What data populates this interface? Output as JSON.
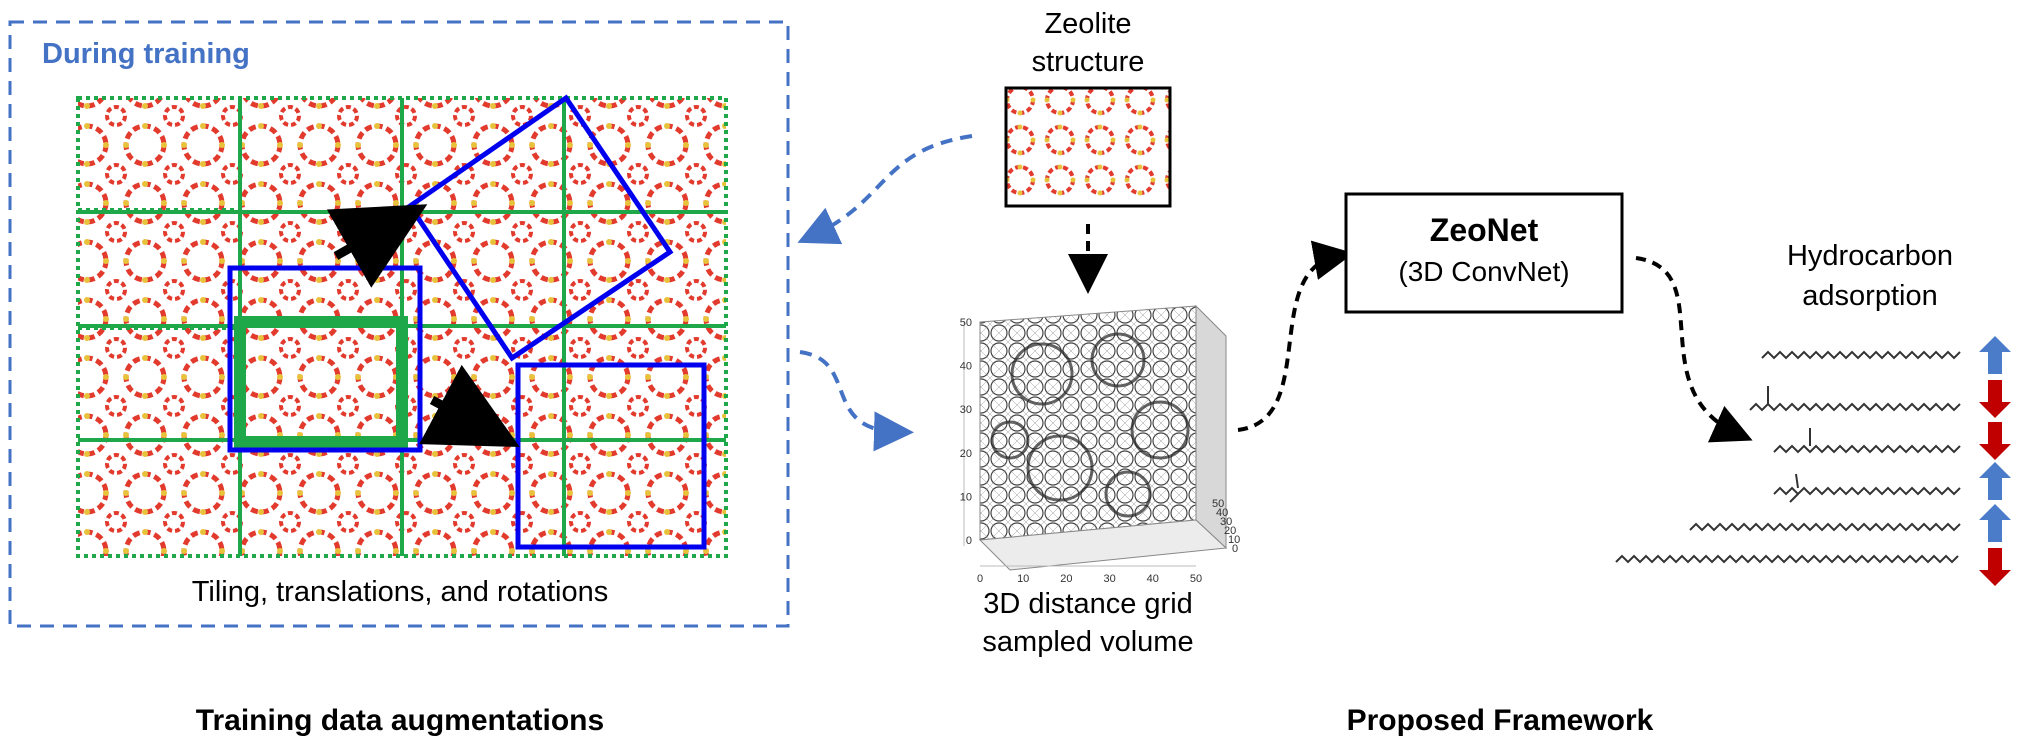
{
  "training_panel": {
    "title": "During training",
    "caption": "Tiling, translations, and rotations"
  },
  "zeolite": {
    "title_line1": "Zeolite",
    "title_line2": "structure"
  },
  "grid": {
    "caption_line1": "3D distance grid",
    "caption_line2": "sampled volume",
    "y_ticks": [
      "0",
      "10",
      "20",
      "30",
      "40",
      "50"
    ],
    "x_ticks": [
      "0",
      "10",
      "20",
      "30",
      "40",
      "50"
    ],
    "z_ticks": [
      "0",
      "10",
      "20",
      "30",
      "40",
      "50"
    ]
  },
  "zeonet": {
    "name": "ZeoNet",
    "subtitle": "(3D ConvNet)"
  },
  "hydrocarbon": {
    "title_line1": "Hydrocarbon",
    "title_line2": "adsorption",
    "arrows": [
      "up",
      "down",
      "down",
      "up",
      "up",
      "down"
    ]
  },
  "bottom_labels": {
    "left": "Training data augmentations",
    "right": "Proposed Framework"
  },
  "colors": {
    "accent_blue": "#4472C4",
    "box_blue": "#0000EE",
    "tile_green": "#1FA84A",
    "oxygen_red": "#E23B2E",
    "silicon_yellow": "#E8C23A",
    "arrow_up_blue": "#4A7CC9",
    "arrow_down_red": "#C00000"
  }
}
